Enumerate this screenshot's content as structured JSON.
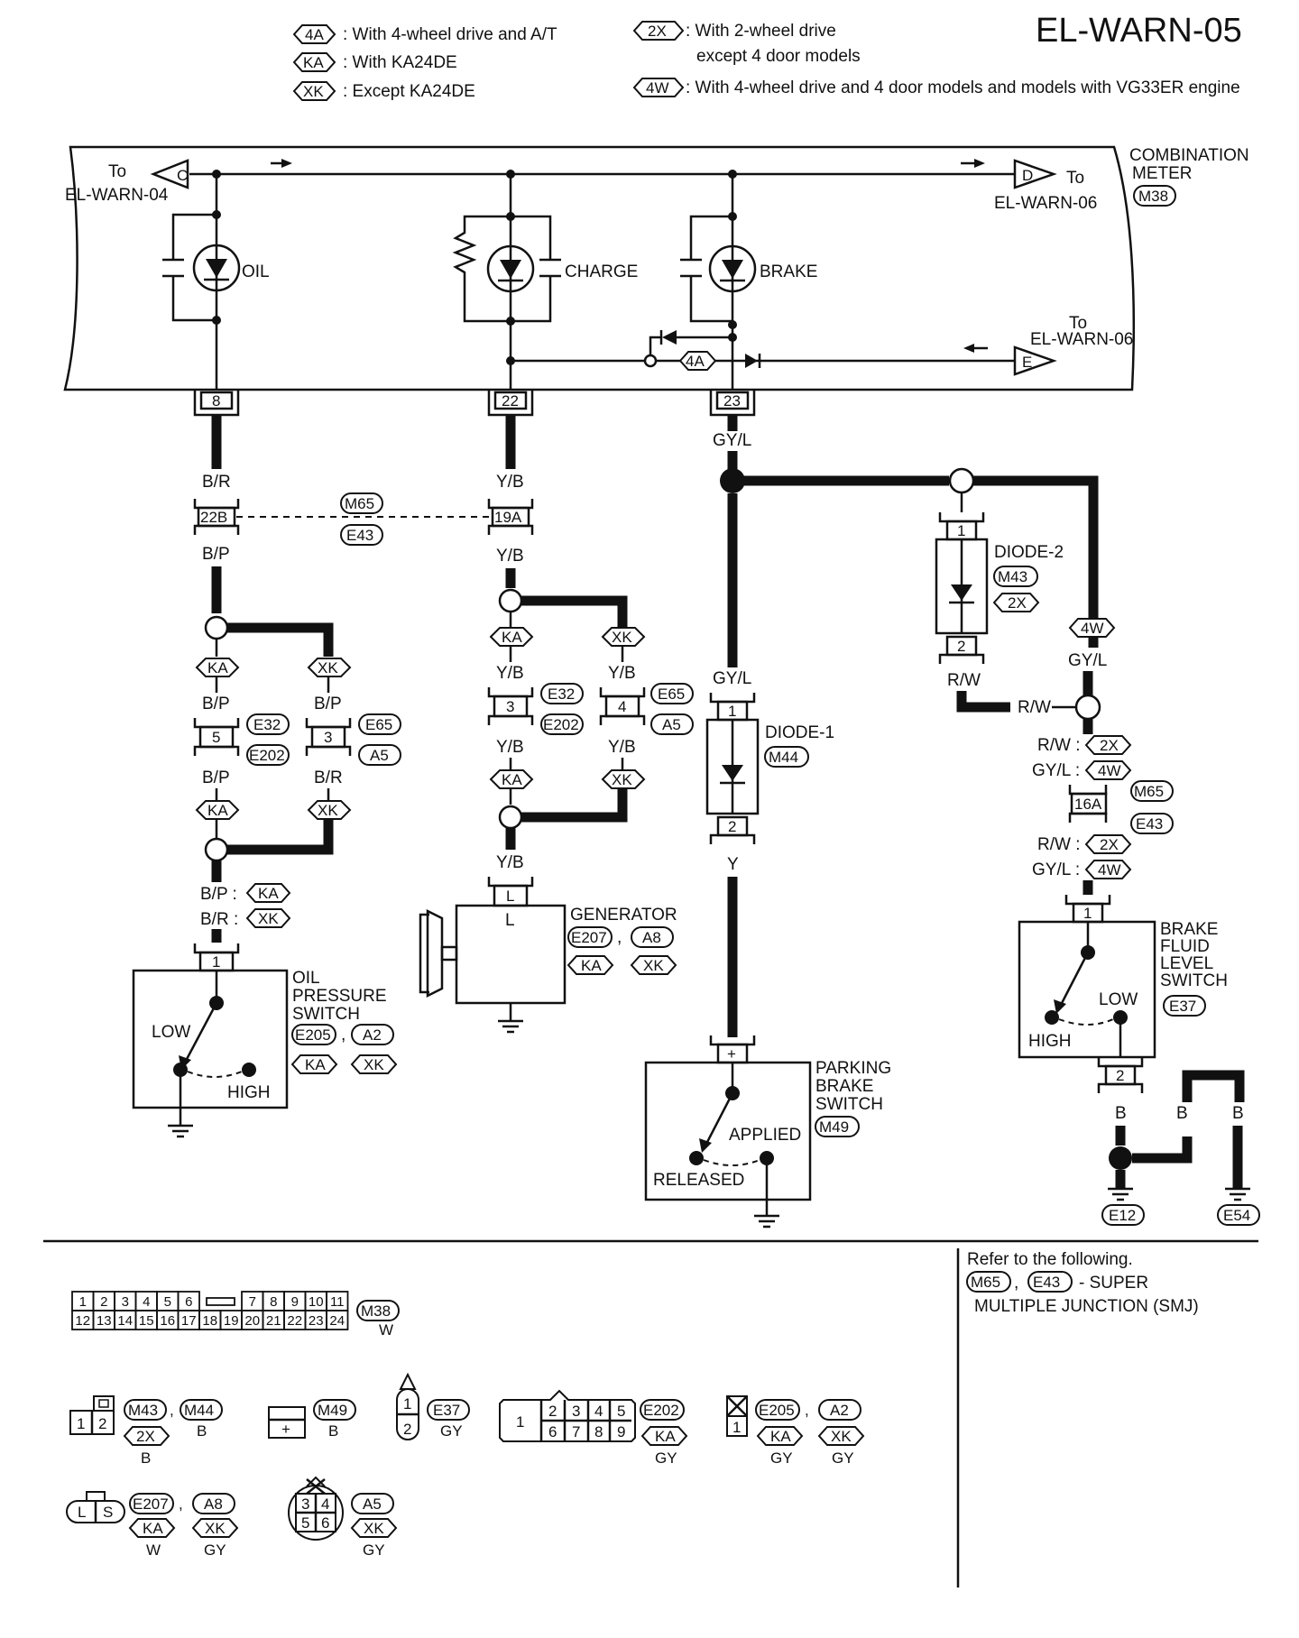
{
  "title": "EL-WARN-05",
  "legend": {
    "l1_code": "4A",
    "l1_text": ": With 4-wheel drive and A/T",
    "l2_code": "KA",
    "l2_text": ": With KA24DE",
    "l3_code": "XK",
    "l3_text": ": Except KA24DE",
    "l4_code": "2X",
    "l4_text_a": ":  With 2-wheel drive",
    "l4_text_b": "except 4 door models",
    "l5_code": "4W",
    "l5_text": ": With 4-wheel drive and 4 door models and models with VG33ER engine"
  },
  "meter": {
    "name1": "COMBINATION",
    "name2": "METER",
    "conn": "M38",
    "to": "To",
    "ref_c": "EL-WARN-04",
    "ref_d": "EL-WARN-06",
    "ref_e": "EL-WARN-06",
    "c": "C",
    "d": "D",
    "e": "E",
    "oil": "OIL",
    "charge": "CHARGE",
    "brake": "BRAKE",
    "jp": "4A",
    "pin8": "8",
    "pin22": "22",
    "pin23": "23"
  },
  "wires": {
    "gyl": "GY/L",
    "br": "B/R",
    "bp": "B/P",
    "yb": "Y/B",
    "y": "Y",
    "rw": "R/W",
    "b": "B",
    "bp_colon": "B/P :",
    "br_colon": "B/R :",
    "rw_colon": "R/W :",
    "gyl_colon": "GY/L :"
  },
  "junction": {
    "p22b": "22B",
    "p19a": "19A",
    "p16a": "16A",
    "m65": "M65",
    "e43": "E43"
  },
  "codes": {
    "ka": "KA",
    "xk": "XK",
    "x2": "2X",
    "w4": "4W",
    "comma": ","
  },
  "conns": {
    "e32": "E32",
    "e202": "E202",
    "e65": "E65",
    "a5": "A5",
    "p5": "5",
    "p3": "3",
    "p4": "4",
    "p1": "1",
    "p2": "2",
    "pl": "L",
    "pplus": "+"
  },
  "diode1": {
    "name": "DIODE-1",
    "conn": "M44"
  },
  "diode2": {
    "name": "DIODE-2",
    "conn": "M43"
  },
  "generator": {
    "name": "GENERATOR",
    "c1": "E207",
    "c2": "A8",
    "term": "L"
  },
  "oilsw": {
    "n1": "OIL",
    "n2": "PRESSURE",
    "n3": "SWITCH",
    "c1": "E205",
    "c2": "A2",
    "low": "LOW",
    "high": "HIGH"
  },
  "parksw": {
    "n1": "PARKING",
    "n2": "BRAKE",
    "n3": "SWITCH",
    "conn": "M49",
    "applied": "APPLIED",
    "released": "RELEASED"
  },
  "fluidsw": {
    "n1": "BRAKE",
    "n2": "FLUID",
    "n3": "LEVEL",
    "n4": "SWITCH",
    "conn": "E37",
    "low": "LOW",
    "high": "HIGH"
  },
  "grounds": {
    "e12": "E12",
    "e54": "E54"
  },
  "refnote": {
    "l1": "Refer to the following.",
    "c1": "M65",
    "c2": "E43",
    "l2": "- SUPER",
    "l3": "MULTIPLE JUNCTION (SMJ)"
  },
  "faces": {
    "m38": "M38",
    "m38_color": "W",
    "m38_top": [
      "1",
      "2",
      "3",
      "4",
      "5",
      "6",
      "7",
      "8",
      "9",
      "10",
      "11"
    ],
    "m38_bot": [
      "12",
      "13",
      "14",
      "15",
      "16",
      "17",
      "18",
      "19",
      "20",
      "21",
      "22",
      "23",
      "24"
    ],
    "m43": "M43",
    "m44": "M44",
    "b": "B",
    "m49": "M49",
    "e37": "E37",
    "gy": "GY",
    "e202": "E202",
    "e205": "E205",
    "a2": "A2",
    "e207": "E207",
    "a8": "A8",
    "w": "W",
    "a5": "A5",
    "n1": "1",
    "n2": "2",
    "n3": "3",
    "n4": "4",
    "n5": "5",
    "n6": "6",
    "n7": "7",
    "n8": "8",
    "n9": "9",
    "nl": "L",
    "ns": "S",
    "nplus": "+"
  }
}
